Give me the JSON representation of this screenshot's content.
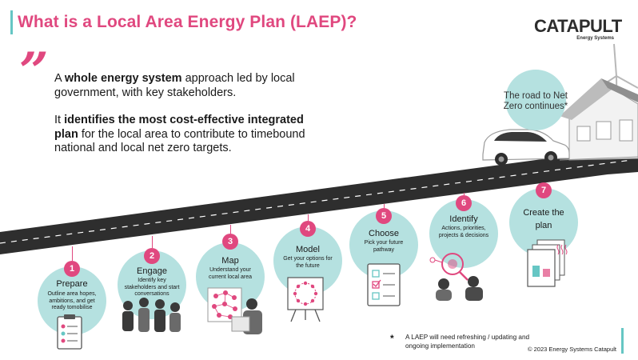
{
  "title": "What is a Local Area Energy Plan (LAEP)?",
  "logo": {
    "main": "CATAPULT",
    "sub": "Energy Systems"
  },
  "quote_mark": "”",
  "intro": {
    "p1_pre": "A ",
    "p1_bold": "whole energy system",
    "p1_post": " approach led by local government, with key stakeholders.",
    "p2_pre": "It ",
    "p2_bold": "identifies the most cost-effective integrated plan",
    "p2_post": " for the local area to contribute to timebound national and local net zero targets."
  },
  "road_note": "The road to Net Zero continues*",
  "steps": [
    {
      "number": "1",
      "title": "Prepare",
      "desc": "Outline area hopes, ambitions, and get ready tomobilise",
      "icon": "checklist-icon"
    },
    {
      "number": "2",
      "title": "Engage",
      "desc": "Identify key stakeholders and start conversations",
      "icon": "people-icon"
    },
    {
      "number": "3",
      "title": "Map",
      "desc": "Understand your current local area",
      "icon": "map-icon"
    },
    {
      "number": "4",
      "title": "Model",
      "desc": "Get your options for the future",
      "icon": "easel-icon"
    },
    {
      "number": "5",
      "title": "Choose",
      "desc": "Pick your future pathway",
      "icon": "choice-list-icon"
    },
    {
      "number": "6",
      "title": "Identify",
      "desc": "Actions, priorities, projects & decisions",
      "icon": "analysis-icon"
    },
    {
      "number": "7",
      "title": "Create the plan",
      "desc": "",
      "icon": "document-stack-icon"
    }
  ],
  "footnote": {
    "star": "*",
    "text": "A LAEP will need refreshing / updating and ongoing implementation"
  },
  "copyright": "© 2023 Energy Systems Catapult",
  "colors": {
    "pink": "#e0487f",
    "teal": "#b5e1e0",
    "accent_teal": "#66c6c4",
    "road": "#2e2e2e"
  }
}
